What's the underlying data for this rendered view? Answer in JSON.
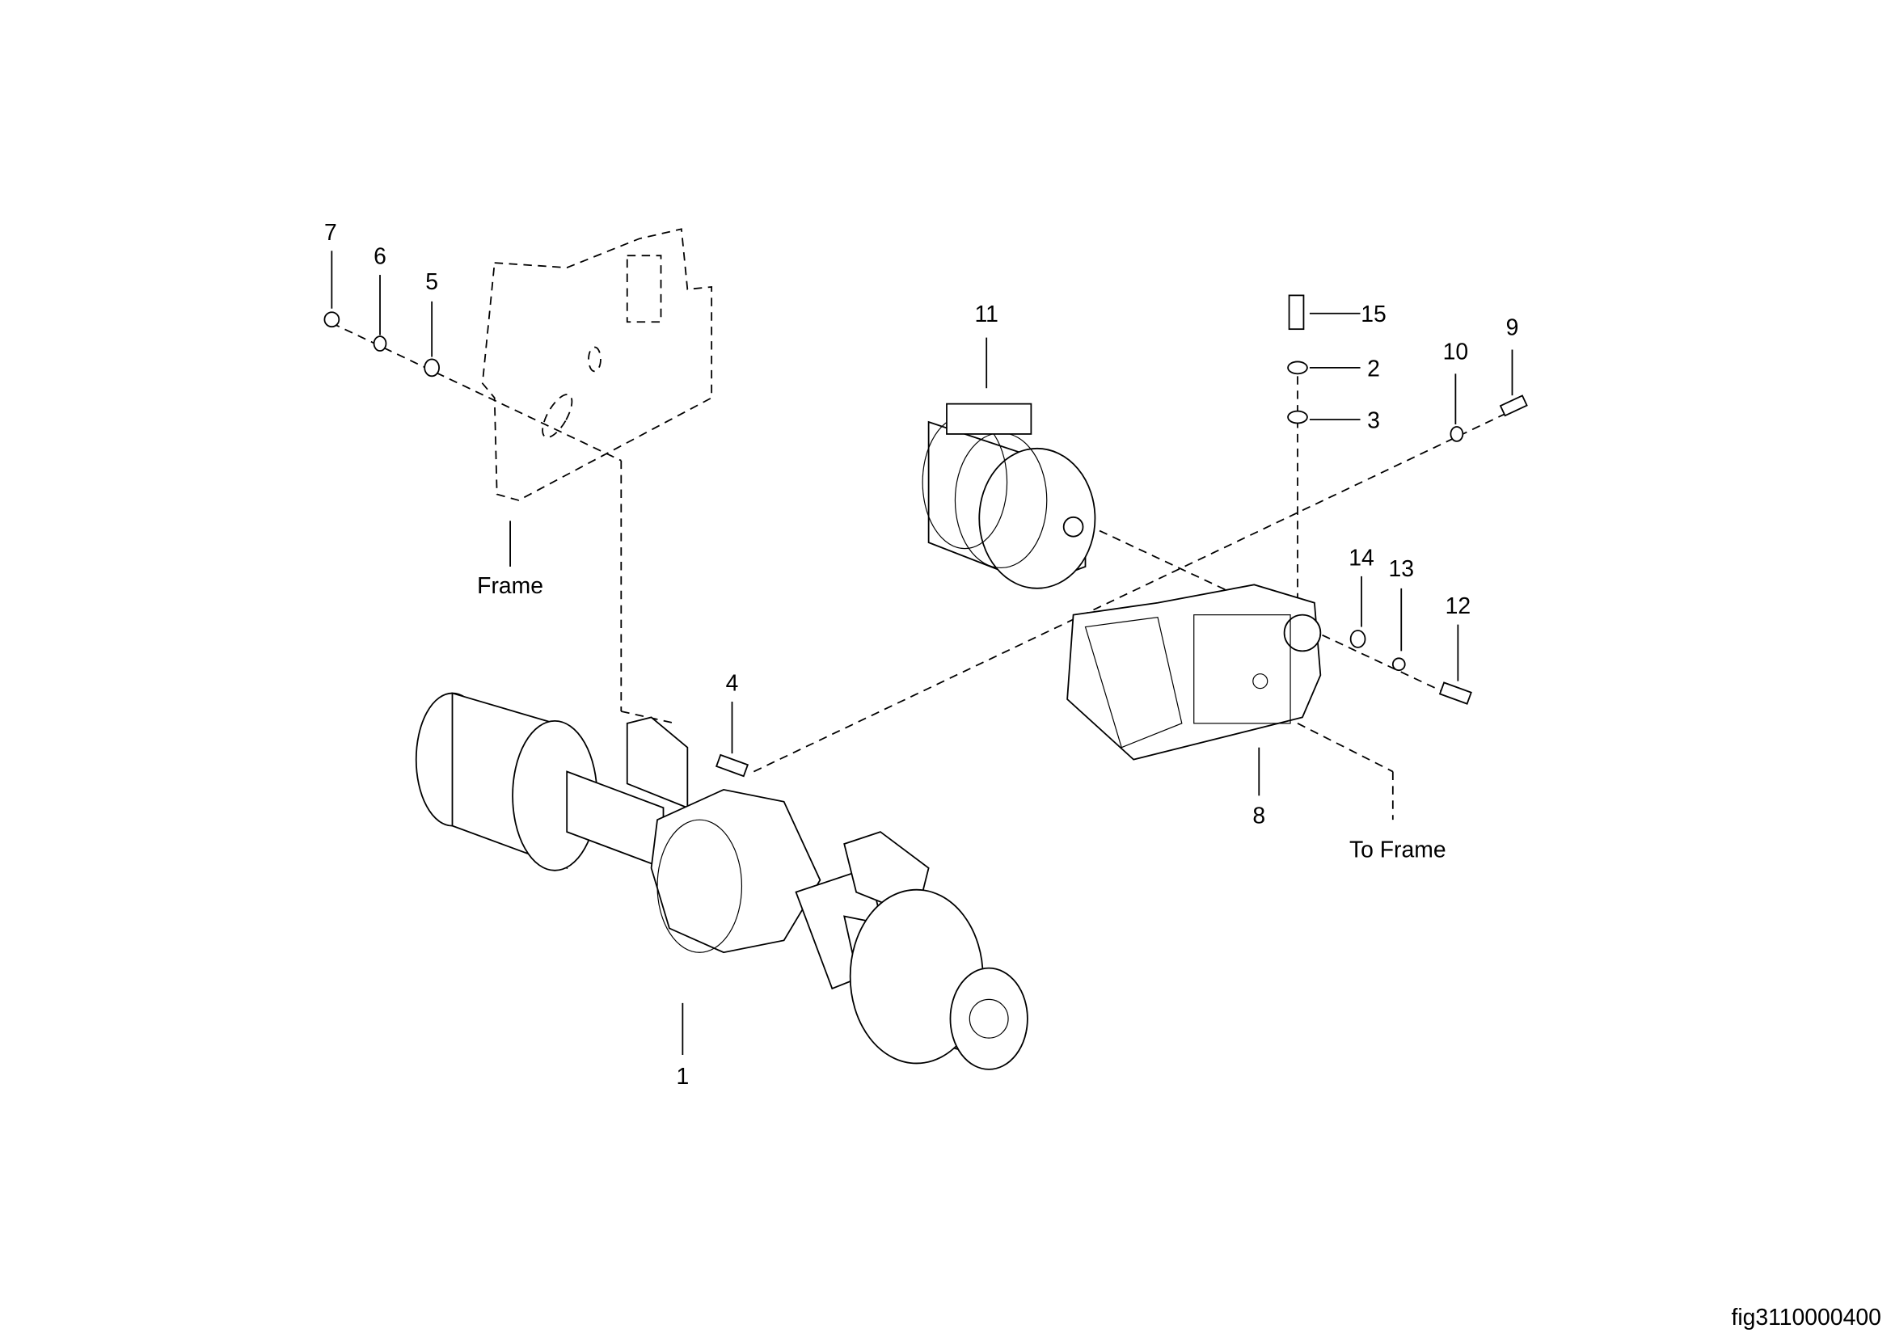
{
  "callouts": {
    "c1": "1",
    "c2": "2",
    "c3": "3",
    "c4": "4",
    "c5": "5",
    "c6": "6",
    "c7": "7",
    "c8": "8",
    "c9": "9",
    "c10": "10",
    "c11": "11",
    "c12": "12",
    "c13": "13",
    "c14": "14",
    "c15": "15"
  },
  "labels": {
    "frame": "Frame",
    "to_frame": "To Frame"
  },
  "figure_id": "fig3110000400"
}
